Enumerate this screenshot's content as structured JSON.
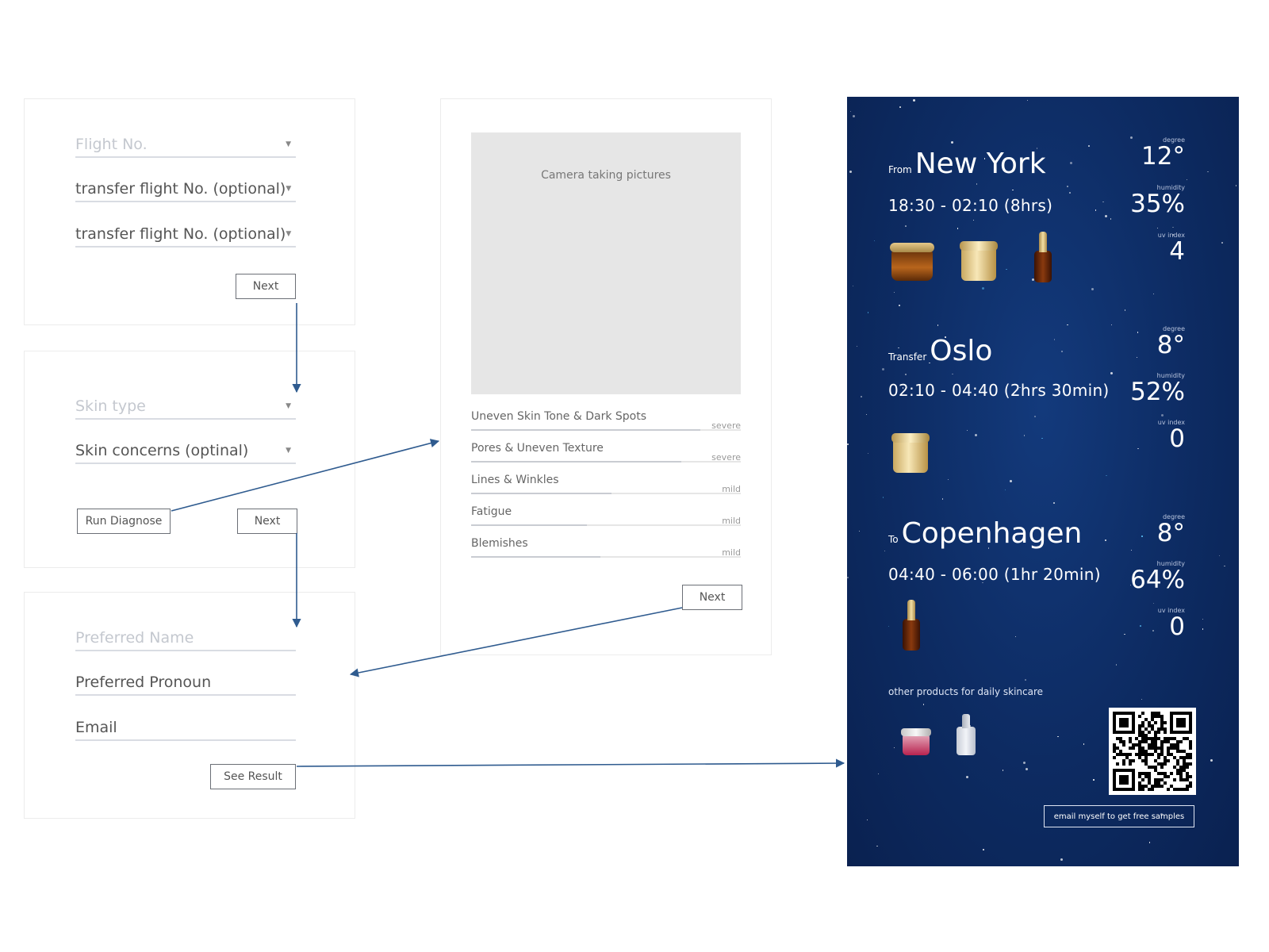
{
  "flight_form": {
    "flight_no_placeholder": "Flight No.",
    "transfer_1": "transfer flight No. (optional)",
    "transfer_2": "transfer flight No. (optional)",
    "next_label": "Next"
  },
  "skin_form": {
    "skin_type_placeholder": "Skin type",
    "skin_concerns": "Skin concerns (optinal)",
    "run_diagnose_label": "Run Diagnose",
    "next_label": "Next"
  },
  "profile_form": {
    "name_placeholder": "Preferred Name",
    "pronoun": "Preferred Pronoun",
    "email": "Email",
    "see_result_label": "See Result"
  },
  "diagnose": {
    "camera_label": "Camera taking pictures",
    "concerns": [
      {
        "label": "Uneven Skin Tone & Dark Spots",
        "severity": "severe",
        "level": 0.85
      },
      {
        "label": "Pores & Uneven Texture",
        "severity": "severe",
        "level": 0.78
      },
      {
        "label": "Lines & Winkles",
        "severity": "mild",
        "level": 0.52
      },
      {
        "label": "Fatigue",
        "severity": "mild",
        "level": 0.43
      },
      {
        "label": "Blemishes",
        "severity": "mild",
        "level": 0.48
      }
    ],
    "next_label": "Next"
  },
  "result": {
    "legs": [
      {
        "prefix": "From",
        "city": "New York",
        "time": "18:30 - 02:10 (8hrs)",
        "degree_label": "degree",
        "degree": "12°",
        "humidity_label": "humidity",
        "humidity": "35%",
        "uv_label": "uv index",
        "uv": "4"
      },
      {
        "prefix": "Transfer",
        "city": "Oslo",
        "time": "02:10 - 04:40 (2hrs 30min)",
        "degree_label": "degree",
        "degree": "8°",
        "humidity_label": "humidity",
        "humidity": "52%",
        "uv_label": "uv index",
        "uv": "0"
      },
      {
        "prefix": "To",
        "city": "Copenhagen",
        "time": "04:40 - 06:00 (1hr 20min)",
        "degree_label": "degree",
        "degree": "8°",
        "humidity_label": "humidity",
        "humidity": "64%",
        "uv_label": "uv index",
        "uv": "0"
      }
    ],
    "other_products_label": "other products for daily skincare",
    "email_samples_label": "email myself to get free samples"
  },
  "colors": {
    "arrow": "#2f5b8f",
    "result_bg": "#0d2b62"
  }
}
